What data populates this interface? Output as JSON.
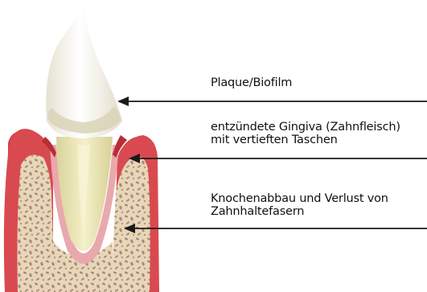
{
  "labels": {
    "plaque": "Plaque/Biofilm",
    "gingiva_line1": "entzündete Gingiva (Zahnfleisch)",
    "gingiva_line2": "mit vertieften Taschen",
    "knochen_line1": "Knochenabbau und Verlust von",
    "knochen_line2": "Zahnhaltefasern"
  },
  "colors": {
    "gum": "#d94a4e",
    "gum_inflamed": "#c93a3f",
    "bone": "#e9d5b8",
    "bone_pattern": "#8a6e63",
    "tooth_crown": "#f4f1e6",
    "tooth_root": "#ebe6b8",
    "pdl": "#e9a8ac",
    "arrow": "#1a1a1a"
  }
}
